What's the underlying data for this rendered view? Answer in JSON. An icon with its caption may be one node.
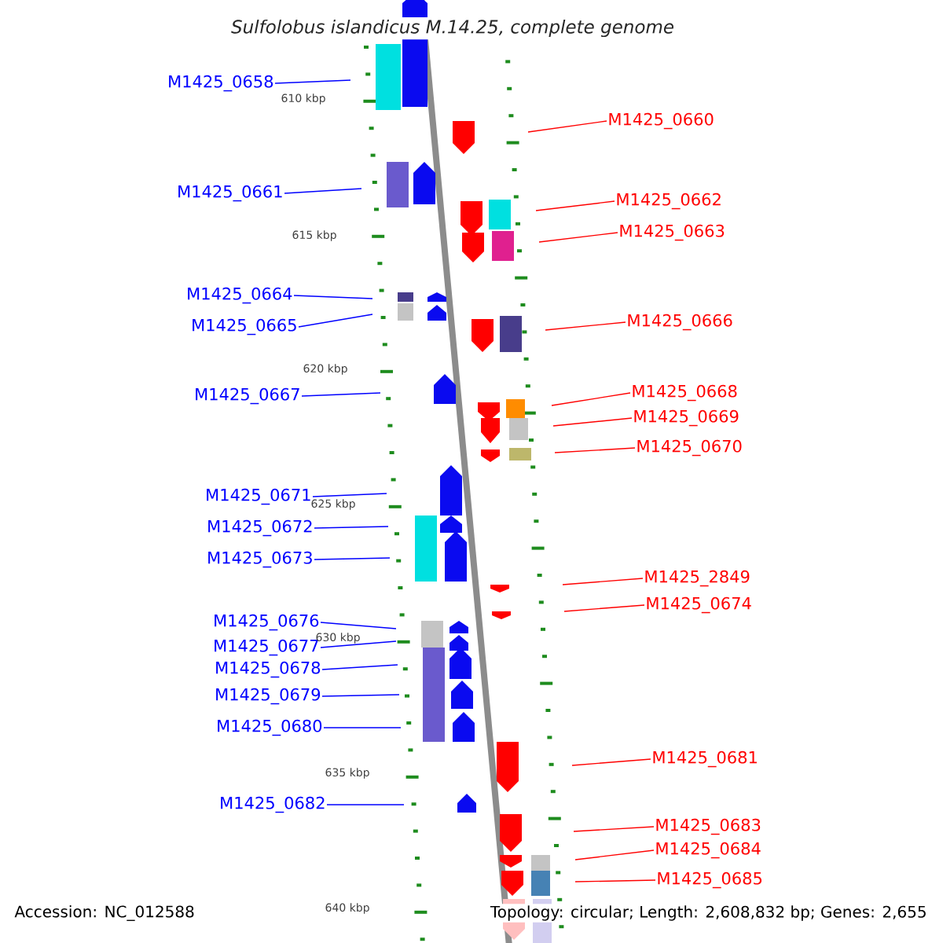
{
  "diagram": {
    "title": "Sulfolobus islandicus M.14.25, complete genome",
    "nodes": [
      {
        "text": [
          "M1425_0658"
        ]
      },
      {
        "text": [
          "M1425_0660"
        ]
      },
      {
        "text": [
          "M1425_0661"
        ]
      },
      {
        "text": [
          "M1425_0662"
        ]
      },
      {
        "text": [
          "M1425_0663"
        ]
      },
      {
        "text": [
          "M1425_0664"
        ]
      },
      {
        "text": [
          "M1425_0666"
        ]
      },
      {
        "text": [
          "M1425_0665"
        ]
      },
      {
        "text": [
          "M1425_0668"
        ]
      },
      {
        "text": [
          "M1425_0667"
        ]
      },
      {
        "text": [
          "M1425_0669"
        ]
      },
      {
        "text": [
          "M1425_0670"
        ]
      },
      {
        "text": [
          "M1425_0671"
        ]
      },
      {
        "text": [
          "M1425_0672"
        ]
      },
      {
        "text": [
          "M1425_0673"
        ]
      },
      {
        "text": [
          "M1425_2849"
        ]
      },
      {
        "text": [
          "M1425_0674"
        ]
      },
      {
        "text": [
          "M1425_0676"
        ]
      },
      {
        "text": [
          "M1425_0677"
        ]
      },
      {
        "text": [
          "M1425_0678"
        ]
      },
      {
        "text": [
          "M1425_0679"
        ]
      },
      {
        "text": [
          "M1425_0680"
        ]
      },
      {
        "text": [
          "M1425_0681"
        ]
      },
      {
        "text": [
          "M1425_0682"
        ]
      },
      {
        "text": [
          "M1425_0683"
        ]
      },
      {
        "text": [
          "M1425_0684"
        ]
      },
      {
        "text": [
          "M1425_0685"
        ]
      }
    ],
    "edges": [
      {
        "from": 0,
        "to": null,
        "arrow": "none"
      },
      {
        "from": 1,
        "to": null,
        "arrow": "none",
        "color": "#ff0000"
      },
      {
        "from": 2,
        "to": null,
        "arrow": "none"
      },
      {
        "from": 3,
        "to": null,
        "arrow": "none",
        "color": "#ff0000"
      },
      {
        "from": 4,
        "to": null,
        "arrow": "none",
        "color": "#ff0000"
      },
      {
        "from": 5,
        "to": null,
        "arrow": "none"
      },
      {
        "from": 6,
        "to": null,
        "arrow": "none",
        "color": "#ff0000"
      },
      {
        "from": 7,
        "to": null,
        "arrow": "none"
      },
      {
        "from": 8,
        "to": null,
        "arrow": "none",
        "color": "#ff0000"
      },
      {
        "from": 9,
        "to": null,
        "arrow": "none"
      },
      {
        "from": 10,
        "to": null,
        "arrow": "none",
        "color": "#ff0000"
      },
      {
        "from": 11,
        "to": null,
        "arrow": "none",
        "color": "#ff0000"
      },
      {
        "from": 12,
        "to": null,
        "arrow": "none"
      },
      {
        "from": 13,
        "to": null,
        "arrow": "none"
      },
      {
        "from": 14,
        "to": null,
        "arrow": "none"
      },
      {
        "from": 15,
        "to": null,
        "arrow": "none",
        "color": "#ff0000"
      },
      {
        "from": 16,
        "to": null,
        "arrow": "none",
        "color": "#ff0000"
      },
      {
        "from": 17,
        "to": null,
        "arrow": "none"
      },
      {
        "from": 18,
        "to": null,
        "arrow": "none"
      },
      {
        "from": 19,
        "to": null,
        "arrow": "none"
      },
      {
        "from": 20,
        "to": null,
        "arrow": "none"
      },
      {
        "from": 21,
        "to": null,
        "arrow": "none"
      },
      {
        "from": 22,
        "to": null,
        "arrow": "none",
        "color": "#ff0000"
      },
      {
        "from": 23,
        "to": null,
        "arrow": "none"
      },
      {
        "from": 24,
        "to": null,
        "arrow": "none",
        "color": "#ff0000"
      },
      {
        "from": 25,
        "to": null,
        "arrow": "none",
        "color": "#ff0000"
      },
      {
        "from": 26,
        "to": null,
        "arrow": "none",
        "color": "#ff0000"
      }
    ],
    "labels": [
      "610 kbp",
      "615 kbp",
      "620 kbp",
      "625 kbp",
      "630 kbp",
      "635 kbp",
      "640 kbp",
      "Accession: NC_012588",
      "Topology: circular; Length: 2,608,832 bp; Genes: 2,655"
    ]
  }
}
